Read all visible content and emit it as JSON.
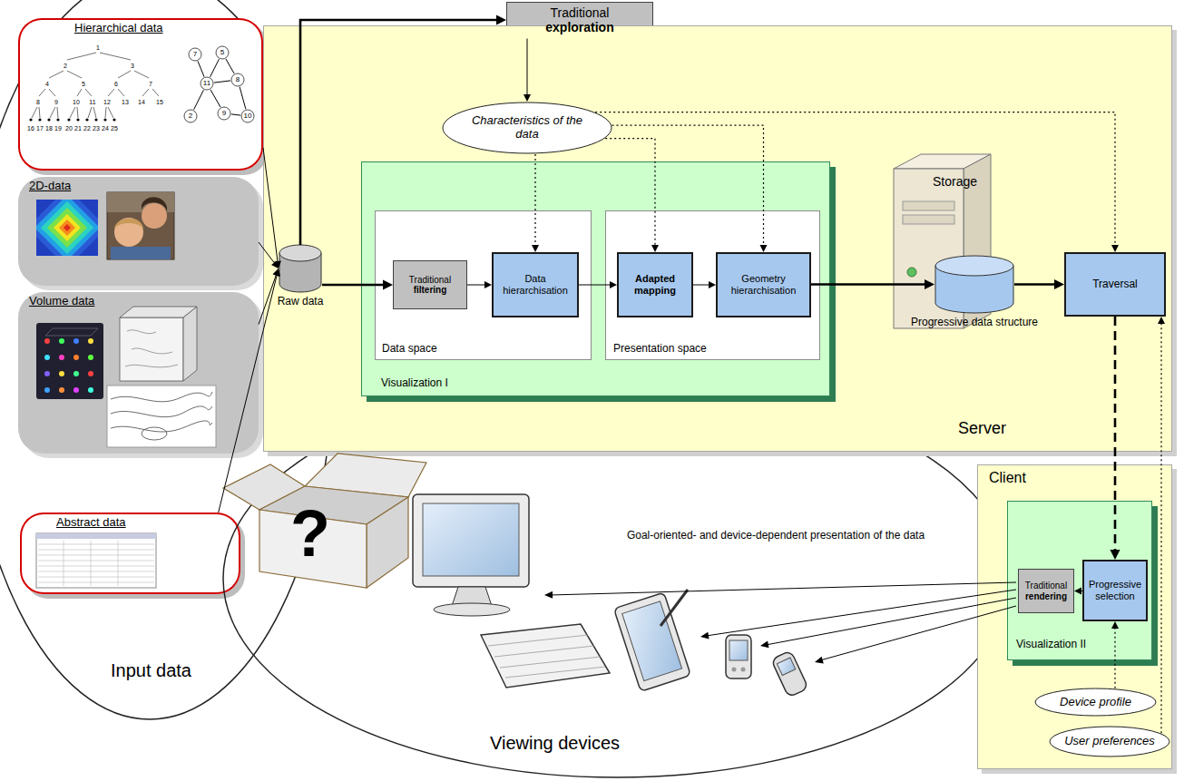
{
  "diagram": {
    "nodes": [
      {
        "text": [
          "Input data"
        ]
      },
      {
        "text": [
          "Hierarchical data"
        ],
        "in": 0
      },
      {
        "text": [
          "7"
        ],
        "in": 1
      },
      {
        "text": [
          "5"
        ],
        "in": 1
      },
      {
        "text": [
          "11"
        ],
        "in": 1
      },
      {
        "text": [
          "8"
        ],
        "in": 1
      },
      {
        "text": [
          "2"
        ],
        "in": 1
      },
      {
        "text": [
          "9"
        ],
        "in": 1
      },
      {
        "text": [
          "10"
        ],
        "in": 1
      },
      {
        "text": [
          "2D-data"
        ],
        "in": 0
      },
      {
        "text": [
          "Volume data"
        ],
        "in": 0
      },
      {
        "text": [
          "Abstract data"
        ],
        "in": 0
      },
      {
        "text": [
          "Viewing devices"
        ]
      },
      {
        "text": [
          "Traditional",
          "exploration"
        ]
      },
      {
        "text": [
          "Server"
        ]
      },
      {
        "text": [
          "Raw data"
        ],
        "in": 14
      },
      {
        "text": [
          "Characteristics of the data"
        ],
        "in": 14
      },
      {
        "text": [
          "Visualization I"
        ],
        "in": 14
      },
      {
        "text": [
          "Data space"
        ],
        "in": 17
      },
      {
        "text": [
          "Traditional",
          "filtering"
        ],
        "in": 18
      },
      {
        "text": [
          "Data hierarchisation"
        ],
        "in": 18
      },
      {
        "text": [
          "Presentation space"
        ],
        "in": 17
      },
      {
        "text": [
          "Adapted mapping"
        ],
        "in": 21
      },
      {
        "text": [
          "Geometry hierarchisation"
        ],
        "in": 21
      },
      {
        "text": [
          "Progressive data structure"
        ],
        "in": 14
      },
      {
        "text": [
          "Traversal"
        ],
        "in": 14
      },
      {
        "text": [
          "Client"
        ]
      },
      {
        "text": [
          "Visualization II"
        ],
        "in": 26
      },
      {
        "text": [
          "Traditional",
          "rendering"
        ],
        "in": 27
      },
      {
        "text": [
          "Progressive selection"
        ],
        "in": 27
      },
      {
        "text": [
          "Device profile"
        ],
        "in": 26
      },
      {
        "text": [
          "User preferences"
        ],
        "in": 26
      }
    ],
    "edges": [
      {
        "from": 2,
        "to": 4,
        "arrow": "none"
      },
      {
        "from": 3,
        "to": 4,
        "arrow": "none"
      },
      {
        "from": 4,
        "to": 5,
        "arrow": "none"
      },
      {
        "from": 4,
        "to": 6,
        "arrow": "none"
      },
      {
        "from": 4,
        "to": 7,
        "arrow": "none"
      },
      {
        "from": 5,
        "to": 8,
        "arrow": "none"
      },
      {
        "from": 7,
        "to": 8,
        "arrow": "none"
      },
      {
        "from": 3,
        "to": 5,
        "arrow": "none"
      },
      {
        "from": 1,
        "to": 15,
        "arrow": "to"
      },
      {
        "from": 9,
        "to": 15,
        "arrow": "to"
      },
      {
        "from": 10,
        "to": 15,
        "arrow": "to"
      },
      {
        "from": 11,
        "to": 15,
        "arrow": "to"
      },
      {
        "from": 15,
        "to": 13,
        "arrow": "to"
      },
      {
        "from": 13,
        "to": 16,
        "arrow": "to"
      },
      {
        "from": 16,
        "to": 20,
        "arrow": "to"
      },
      {
        "from": 16,
        "to": 22,
        "arrow": "to"
      },
      {
        "from": 16,
        "to": 23,
        "arrow": "to"
      },
      {
        "from": 16,
        "to": 25,
        "arrow": "to"
      },
      {
        "from": 15,
        "to": 19,
        "arrow": "to"
      },
      {
        "from": 19,
        "to": 20,
        "arrow": "to"
      },
      {
        "from": 20,
        "to": 22,
        "arrow": "to"
      },
      {
        "from": 22,
        "to": 23,
        "arrow": "to"
      },
      {
        "from": 23,
        "to": 24,
        "arrow": "to"
      },
      {
        "from": 24,
        "to": 25,
        "arrow": "to"
      },
      {
        "from": 25,
        "to": 29,
        "arrow": "to"
      },
      {
        "from": 29,
        "to": 28,
        "arrow": "to"
      },
      {
        "from": 30,
        "to": 29,
        "arrow": "to"
      },
      {
        "from": 31,
        "to": 25,
        "arrow": "to"
      }
    ],
    "labels": [
      "Storage",
      "Goal-oriented- and device-dependent presentation of the data",
      "?",
      "1",
      "2",
      "3",
      "4",
      "5",
      "6",
      "7",
      "8",
      "9",
      "10",
      "11",
      "12",
      "13",
      "14",
      "15",
      "16",
      "17",
      "18",
      "19",
      "20",
      "21",
      "22",
      "23",
      "24",
      "25"
    ]
  }
}
